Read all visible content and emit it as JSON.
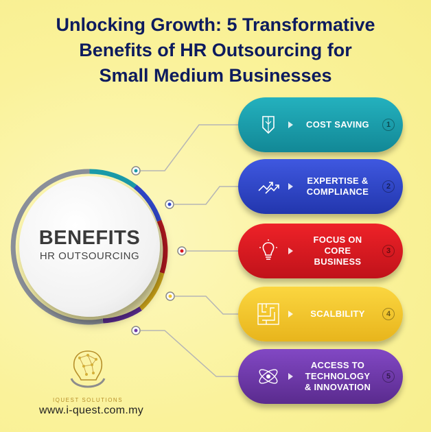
{
  "title": {
    "line1": "Unlocking Growth: 5 Transformative",
    "line2": "Benefits of HR Outsourcing for",
    "line3": "Small Medium Businesses"
  },
  "hub": {
    "title": "BENEFITS",
    "subtitle": "HR OUTSOURCING"
  },
  "benefits": [
    {
      "number": "1",
      "line1": "COST SAVING",
      "line2": "",
      "line3": "",
      "icon": "shield-icon",
      "color": "#1a9aa8"
    },
    {
      "number": "2",
      "line1": "EXPERTISE &",
      "line2": "COMPLIANCE",
      "line3": "",
      "icon": "growth-arrows-icon",
      "color": "#2f46c8"
    },
    {
      "number": "3",
      "line1": "FOCUS ON",
      "line2": "CORE",
      "line3": "BUSINESS",
      "icon": "lightbulb-icon",
      "color": "#d81820"
    },
    {
      "number": "4",
      "line1": "SCALBILITY",
      "line2": "",
      "line3": "",
      "icon": "maze-icon",
      "color": "#f3c72b"
    },
    {
      "number": "5",
      "line1": "ACCESS TO",
      "line2": "TECHNOLOGY",
      "line3": "& INNOVATION",
      "icon": "atom-icon",
      "color": "#6d3aa8"
    }
  ],
  "brand": {
    "name": "IQUEST SOLUTIONS",
    "website": "www.i-quest.com.my"
  }
}
